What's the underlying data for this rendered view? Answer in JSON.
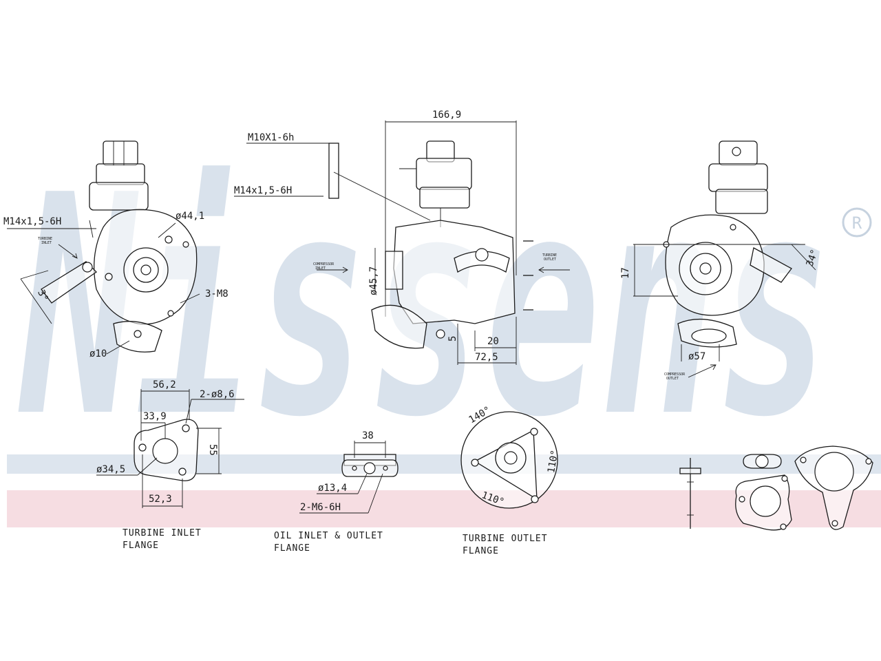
{
  "watermark": {
    "brand": "Nissens",
    "registered_symbol": "®",
    "colors": {
      "letters": "#d9e2ec",
      "band_blue": "#dde5ee",
      "band_pink": "#f6dde2"
    }
  },
  "top_views": {
    "left": {
      "thread_label": "M14x1,5-6H",
      "diameter_label": "ø44,1",
      "bolts_label": "3-M8",
      "pin_label": "ø10",
      "dimension_label": "3°"
    },
    "center": {
      "width_label": "166,9",
      "thread_top_label": "M10X1-6h",
      "thread_bottom_label": "M14x1,5-6H",
      "height_label": "ø45,7",
      "offset_label": "20",
      "depth_label": "72,5",
      "gap_label": "5"
    },
    "right": {
      "height_label": "17",
      "angle_label": "34°",
      "diameter_label": "ø57"
    }
  },
  "flanges": {
    "turbine_inlet": {
      "caption_line1": "TURBINE INLET",
      "caption_line2": "FLANGE",
      "width_label": "56,2",
      "holes_label": "2-ø8,6",
      "offset_label": "33,9",
      "height_label": "55",
      "bore_label": "ø34,5",
      "spacing_label": "52,3"
    },
    "oil": {
      "caption_line1": "OIL INLET & OUTLET",
      "caption_line2": "FLANGE",
      "width_label": "38",
      "bore_label": "ø13,4",
      "thread_label": "2-M6-6H"
    },
    "turbine_outlet": {
      "caption_line1": "TURBINE OUTLET",
      "caption_line2": "FLANGE",
      "angle_top_label": "140°",
      "angle_right_label": "110°",
      "angle_bottom_label": "110°"
    }
  }
}
